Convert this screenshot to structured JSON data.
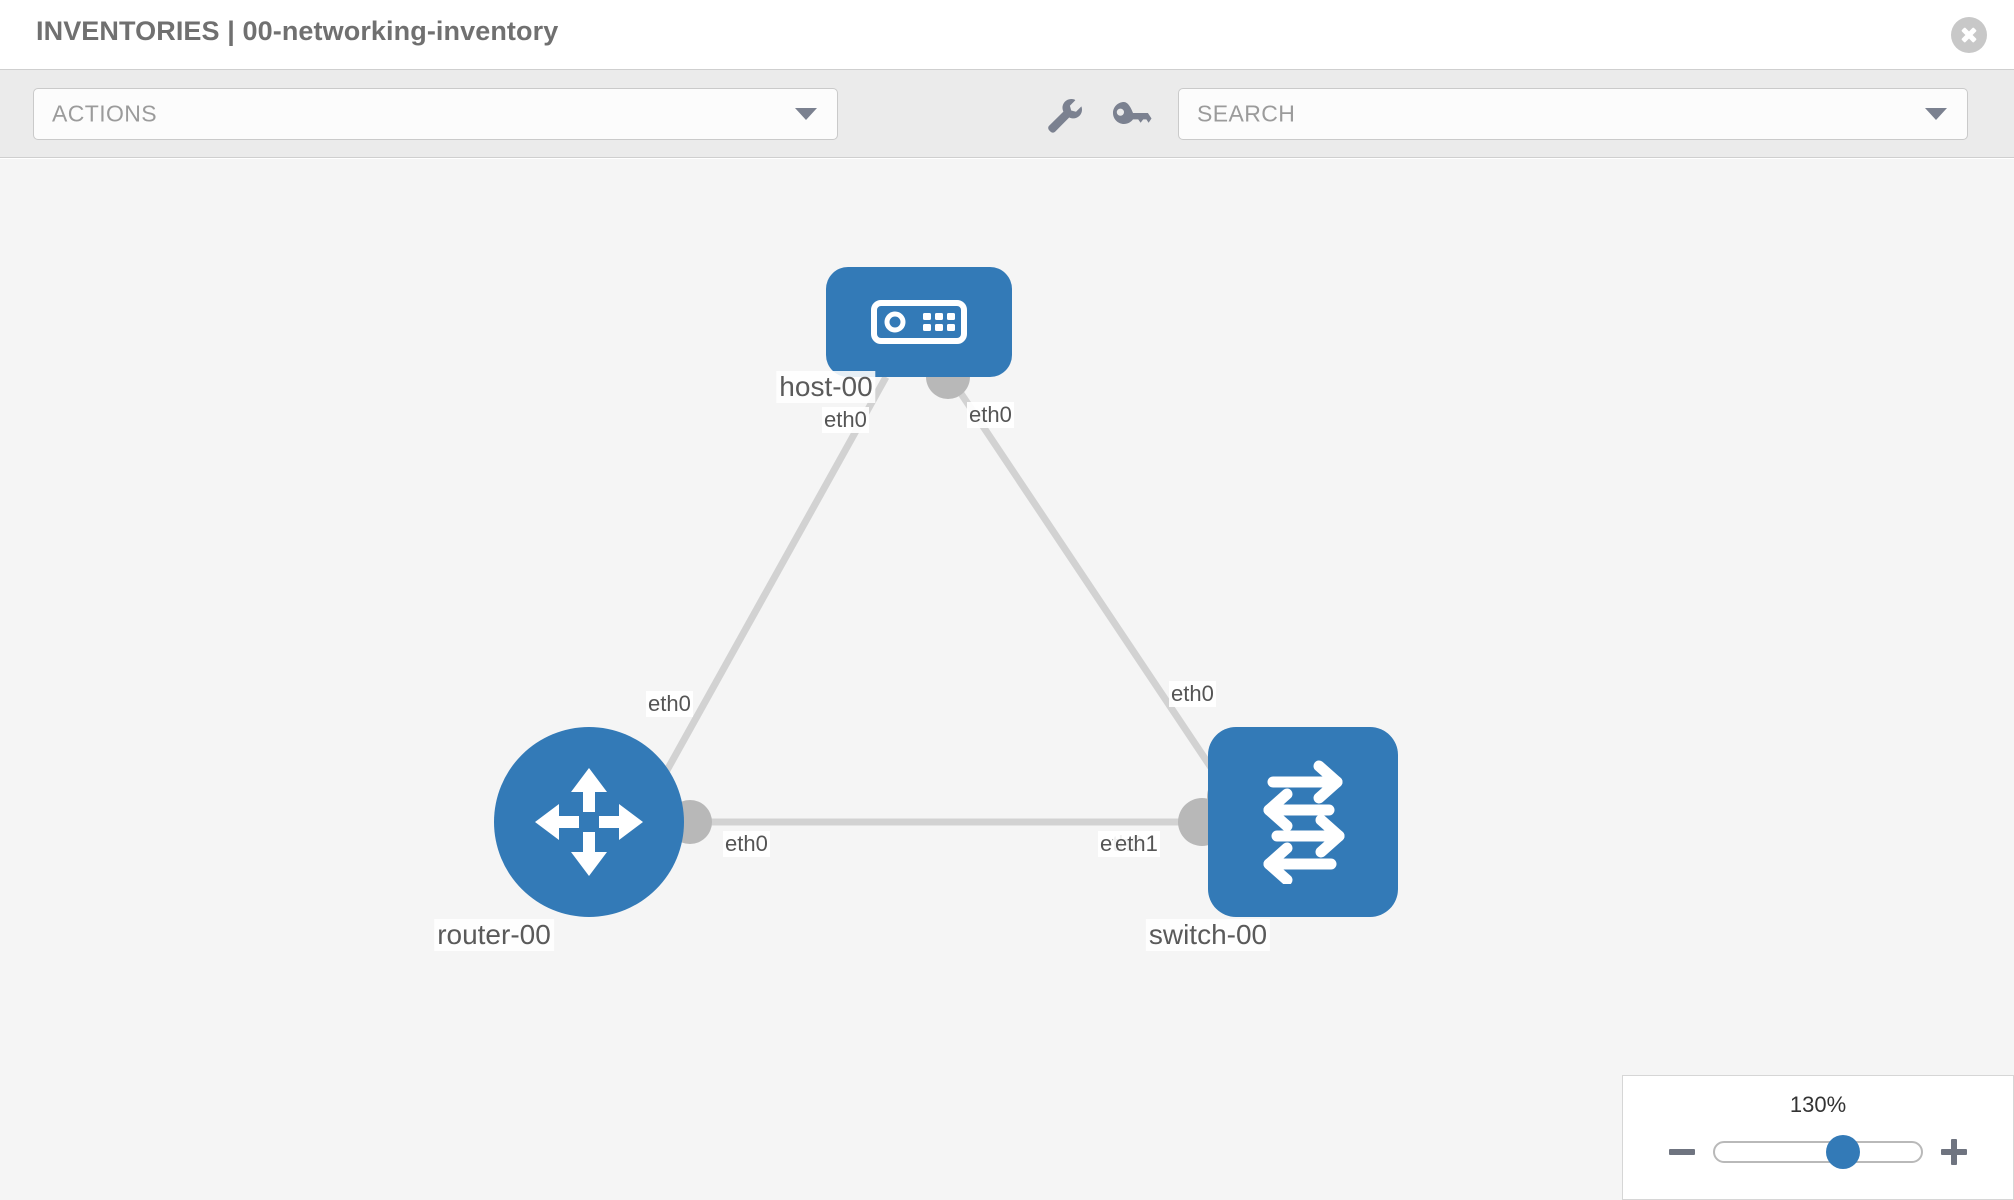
{
  "header": {
    "title": "INVENTORIES | 00-networking-inventory",
    "close_icon": "close-icon"
  },
  "toolbar": {
    "actions_label": "ACTIONS",
    "search_placeholder": "SEARCH",
    "wrench_icon": "wrench-icon",
    "key_icon": "key-icon",
    "caret_icon": "chevron-down-icon"
  },
  "topology": {
    "nodes": [
      {
        "id": "host-00",
        "label": "host-00",
        "type": "host",
        "icon": "server-icon"
      },
      {
        "id": "router-00",
        "label": "router-00",
        "type": "router",
        "icon": "router-arrows-icon"
      },
      {
        "id": "switch-00",
        "label": "switch-00",
        "type": "switch",
        "icon": "switch-arrows-icon"
      }
    ],
    "links": [
      {
        "source": "host-00",
        "target": "router-00",
        "source_iface": "eth0",
        "target_iface": "eth0"
      },
      {
        "source": "host-00",
        "target": "switch-00",
        "source_iface": "eth0",
        "target_iface": "eth0"
      },
      {
        "source": "router-00",
        "target": "switch-00",
        "source_iface": "eth0",
        "target_iface": "eth1"
      }
    ],
    "iface_labels": {
      "host_left": "eth0",
      "host_right": "eth0",
      "router_up": "eth0",
      "switch_up": "eth0",
      "router_right": "eth0",
      "switch_left_hidden": "eth0",
      "switch_left": "eth1"
    }
  },
  "zoom": {
    "value": "130%",
    "minus_label": "−",
    "plus_label": "+"
  },
  "colors": {
    "node_blue": "#337ab7",
    "link_gray": "#d2d2d2",
    "connector_gray": "#b8b8b8",
    "canvas_bg": "#f5f5f5",
    "toolbar_bg": "#ebebeb"
  }
}
